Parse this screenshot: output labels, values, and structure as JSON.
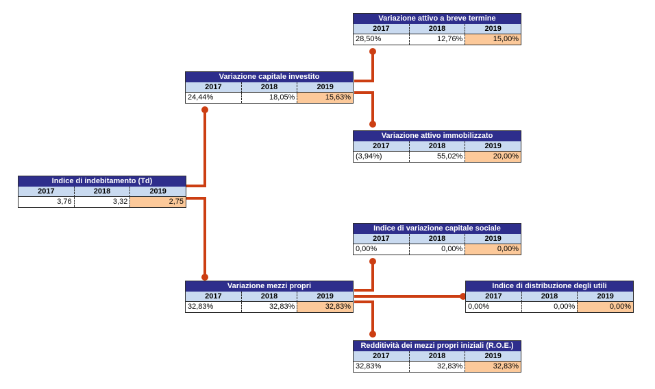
{
  "colors": {
    "title_bg": "#2e2e8c",
    "header_bg": "#c9daf0",
    "highlight": "#fcc99a",
    "connector": "#cc3e12"
  },
  "years": [
    "2017",
    "2018",
    "2019"
  ],
  "nodes": {
    "td": {
      "title": "Indice di indebitamento (Td)",
      "values": [
        "3,76",
        "3,32",
        "2,75"
      ]
    },
    "vci": {
      "title": "Variazione capitale investito",
      "values": [
        "24,44%",
        "18,05%",
        "15,63%"
      ]
    },
    "vab": {
      "title": "Variazione attivo a breve termine",
      "values": [
        "28,50%",
        "12,76%",
        "15,00%"
      ]
    },
    "vai": {
      "title": "Variazione attivo immobilizzato",
      "values": [
        "(3,94%)",
        "55,02%",
        "20,00%"
      ]
    },
    "vmp": {
      "title": "Variazione mezzi propri",
      "values": [
        "32,83%",
        "32,83%",
        "32,83%"
      ]
    },
    "ivcs": {
      "title": "Indice di variazione capitale sociale",
      "values": [
        "0,00%",
        "0,00%",
        "0,00%"
      ]
    },
    "idu": {
      "title": "Indice di distribuzione degli utili",
      "values": [
        "0,00%",
        "0,00%",
        "0,00%"
      ]
    },
    "roe": {
      "title": "Redditività dei mezzi propri iniziali (R.O.E.)",
      "values": [
        "32,83%",
        "32,83%",
        "32,83%"
      ]
    }
  }
}
